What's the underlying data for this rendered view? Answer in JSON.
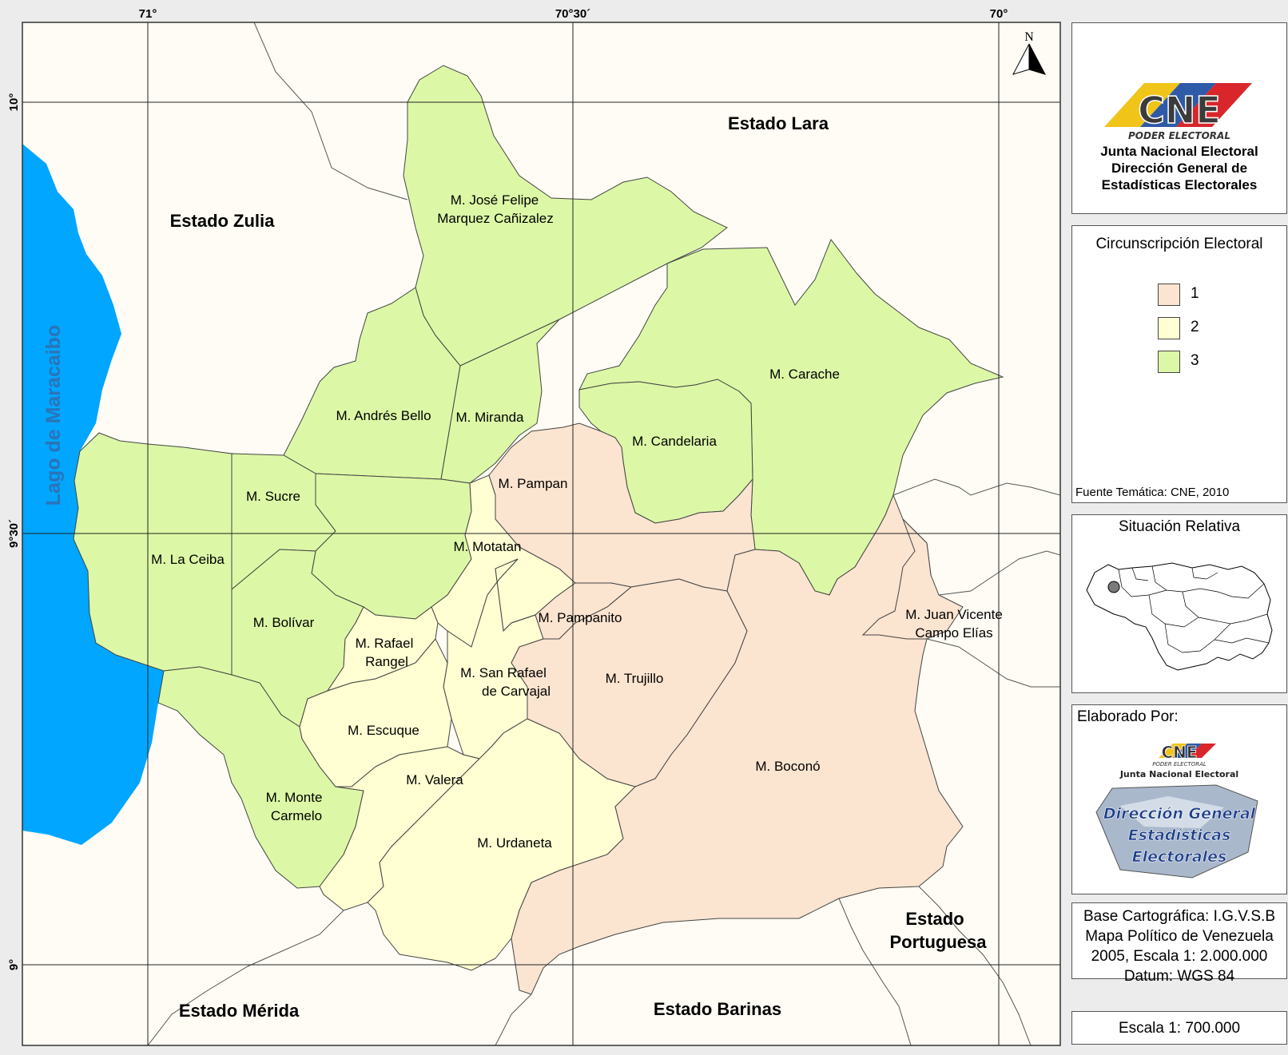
{
  "colors": {
    "circuit1": "#fbe4d0",
    "circuit2": "#ffffd3",
    "circuit3": "#dcf8a6",
    "lake": "#00a6ff",
    "background": "#fefcf4"
  },
  "graticule": {
    "lon_west": "71°",
    "lon_mid": "70°30´",
    "lon_east": "70°",
    "lat_north": "10°",
    "lat_mid": "9°30´",
    "lat_south": "9°"
  },
  "north_arrow": {
    "letter": "N",
    "icon": "north-arrow-icon"
  },
  "lake_label": "Lago de Maracaibo",
  "states": {
    "zulia": "Estado Zulia",
    "lara": "Estado Lara",
    "merida": "Estado Mérida",
    "barinas": "Estado Barinas",
    "portuguesa_1": "Estado",
    "portuguesa_2": "Portuguesa"
  },
  "municipalities": {
    "jose_felipe": [
      "M. José Felipe",
      "Marquez Cañizalez"
    ],
    "andres_bello": "M. Andrés Bello",
    "miranda": "M. Miranda",
    "carache": "M. Carache",
    "candelaria": "M. Candelaria",
    "pampan": "M. Pampan",
    "sucre": "M. Sucre",
    "la_ceiba": "M. La Ceiba",
    "motatan": "M. Motatan",
    "bolivar": "M. Bolívar",
    "rafael_rangel": [
      "M. Rafael",
      "Rangel"
    ],
    "pampanito": "M. Pampanito",
    "juan_vicente": [
      "M. Juan Vicente",
      "Campo Elías"
    ],
    "san_rafael": [
      "M. San Rafael",
      "de Carvajal"
    ],
    "trujillo": "M. Trujillo",
    "escuque": "M. Escuque",
    "bocono": "M. Boconó",
    "valera": "M. Valera",
    "monte_carmelo": [
      "M. Monte",
      "Carmelo"
    ],
    "urdaneta": "M. Urdaneta"
  },
  "header": {
    "logo_text": "CNE",
    "logo_sub": "PODER ELECTORAL",
    "lines": [
      "Junta Nacional Electoral",
      "Dirección General de",
      "Estadísticas Electorales"
    ]
  },
  "legend": {
    "title": "Circunscripción Electoral",
    "items": [
      {
        "label": "1",
        "color": "#fbe4d0"
      },
      {
        "label": "2",
        "color": "#ffffd3"
      },
      {
        "label": "3",
        "color": "#dcf8a6"
      }
    ],
    "source": "Fuente Temática: CNE, 2010"
  },
  "inset": {
    "title": "Situación Relativa"
  },
  "credits": {
    "title": "Elaborado Por:",
    "logo_top": "CNE",
    "logo_sub": "PODER ELECTORAL",
    "logo_junta": "Junta Nacional Electoral",
    "logo_lines": [
      "Dirección General",
      "Estadísticas",
      "Electorales"
    ]
  },
  "cartography": {
    "lines": [
      "Base Cartográfica: I.G.V.S.B",
      "Mapa Político de Venezuela",
      "2005, Escala 1: 2.000.000",
      "Datum: WGS 84"
    ]
  },
  "scale": "Escala 1: 700.000"
}
